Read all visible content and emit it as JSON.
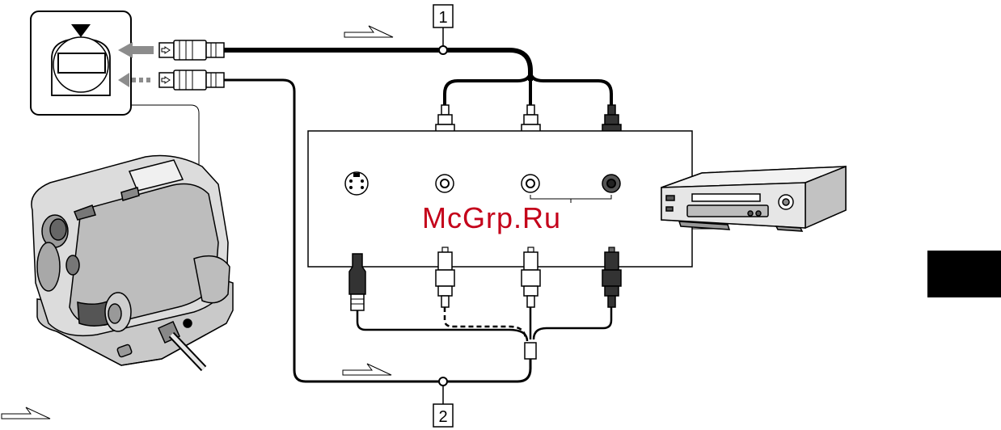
{
  "callouts": {
    "cable_1": "1",
    "cable_2": "2"
  },
  "watermark": "McGrp.Ru",
  "icons": {
    "eject_mark": "down-triangle-icon",
    "connect_arrow": "solid-arrow-icon",
    "alt_connect_arrow": "dotted-arrow-icon",
    "signal_flow": "outline-arrow-icon",
    "section_tab": "black-tab-icon"
  },
  "colors": {
    "line": "#000000",
    "connect_arrow": "#8c8c8c",
    "tab": "#000000",
    "watermark": "#c4001a"
  }
}
